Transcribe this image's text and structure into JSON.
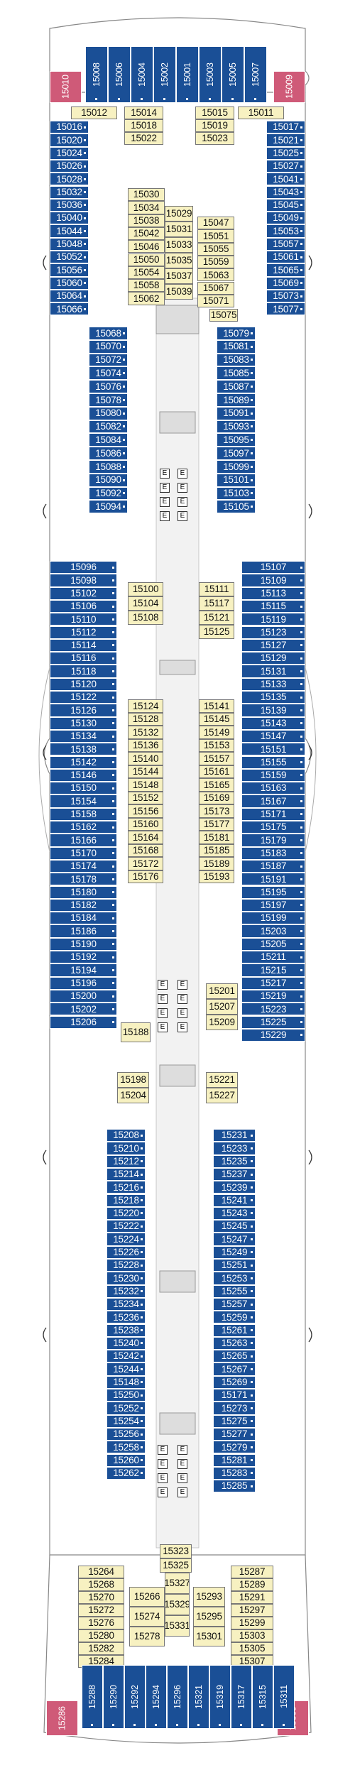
{
  "deck": {
    "top_pink": [
      "15010",
      "15009"
    ],
    "top_row": [
      "15008",
      "15006",
      "15004",
      "15002",
      "15001",
      "15003",
      "15005",
      "15007"
    ],
    "bottom_pink": [
      "15286",
      "15309"
    ],
    "bottom_row_left": [
      "15288",
      "15290",
      "15292",
      "15294",
      "15296",
      "15321",
      "15319"
    ],
    "bottom_row_right": [
      "15317",
      "15315",
      "15311"
    ],
    "fwd_left_cream": "15012",
    "fwd_right_cream": "15011",
    "port_outer_fwd": [
      "15016",
      "15020",
      "15024",
      "15026",
      "15028",
      "15032",
      "15036",
      "15040",
      "15044",
      "15048",
      "15052",
      "15056",
      "15060",
      "15064",
      "15066"
    ],
    "stbd_outer_fwd": [
      "15017",
      "15021",
      "15025",
      "15027",
      "15041",
      "15043",
      "15045",
      "15049",
      "15053",
      "15057",
      "15061",
      "15065",
      "15069",
      "15073",
      "15077"
    ],
    "fwd_inner_left_a": [
      "15014",
      "15018",
      "15022"
    ],
    "fwd_inner_right_a": [
      "15015",
      "15019",
      "15023"
    ],
    "fwd_inner_left_b": [
      "15030",
      "15034",
      "15038",
      "15042",
      "15046",
      "15050",
      "15054",
      "15058",
      "15062"
    ],
    "fwd_inner_mid": [
      "15029",
      "15031",
      "15033",
      "15035",
      "15037",
      "15039"
    ],
    "fwd_inner_right_b": [
      "15047",
      "15051",
      "15055",
      "15059",
      "15063",
      "15067",
      "15071"
    ],
    "fwd_inner_right_c": "15075",
    "port_inner_1": [
      "15068",
      "15070",
      "15072",
      "15074",
      "15076",
      "15078",
      "15080",
      "15082",
      "15084",
      "15086",
      "15088",
      "15090",
      "15092",
      "15094"
    ],
    "stbd_inner_1": [
      "15079",
      "15081",
      "15083",
      "15085",
      "15087",
      "15089",
      "15091",
      "15093",
      "15095",
      "15097",
      "15099",
      "15101",
      "15103",
      "15105"
    ],
    "port_mid": [
      "15096",
      "15098",
      "15102",
      "15106",
      "15110",
      "15112",
      "15114",
      "15116",
      "15118",
      "15120",
      "15122",
      "15126",
      "15130",
      "15134",
      "15138",
      "15142",
      "15146",
      "15150",
      "15154",
      "15158",
      "15162",
      "15166",
      "15170",
      "15174",
      "15178",
      "15180",
      "15182",
      "15184",
      "15186",
      "15190",
      "15192",
      "15194",
      "15196",
      "15200",
      "15202",
      "15206"
    ],
    "stbd_mid": [
      "15107",
      "15109",
      "15113",
      "15115",
      "15119",
      "15123",
      "15127",
      "15129",
      "15131",
      "15133",
      "15135",
      "15139",
      "15143",
      "15147",
      "15151",
      "15155",
      "15159",
      "15163",
      "15167",
      "15171",
      "15175",
      "15179",
      "15183",
      "15187",
      "15191",
      "15195",
      "15197",
      "15199",
      "15203",
      "15205",
      "15211",
      "15215",
      "15217",
      "15219",
      "15223",
      "15225",
      "15229"
    ],
    "mid_cream_left_a": [
      "15100",
      "15104",
      "15108"
    ],
    "mid_cream_right_a": [
      "15111",
      "15117",
      "15121",
      "15125"
    ],
    "mid_cream_left_b": [
      "15124",
      "15128",
      "15132",
      "15136",
      "15140",
      "15144",
      "15148",
      "15152",
      "15156",
      "15160",
      "15164",
      "15168",
      "15172",
      "15176"
    ],
    "mid_cream_right_b": [
      "15141",
      "15145",
      "15149",
      "15153",
      "15157",
      "15161",
      "15165",
      "15169",
      "15173",
      "15177",
      "15181",
      "15185",
      "15189",
      "15193"
    ],
    "mid_cream_188": "15188",
    "mid_cream_right_c": [
      "15201",
      "15207",
      "15209"
    ],
    "mid_cream_left_d": [
      "15198",
      "15204"
    ],
    "mid_cream_right_d": [
      "15221",
      "15227"
    ],
    "port_aft": [
      "15208",
      "15210",
      "15212",
      "15214",
      "15216",
      "15218",
      "15220",
      "15222",
      "15224",
      "15226",
      "15228",
      "15230",
      "15232",
      "15234",
      "15236",
      "15238",
      "15240",
      "15242",
      "15244",
      "15148",
      "15250",
      "15252",
      "15254",
      "15256",
      "15258",
      "15260",
      "15262"
    ],
    "stbd_aft": [
      "15231",
      "15233",
      "15235",
      "15237",
      "15239",
      "15241",
      "15243",
      "15245",
      "15247",
      "15249",
      "15251",
      "15253",
      "15255",
      "15257",
      "15259",
      "15261",
      "15263",
      "15265",
      "15267",
      "15269",
      "15171",
      "15273",
      "15275",
      "15277",
      "15279",
      "15281",
      "15283",
      "15285"
    ],
    "aft_cream_left": [
      "15264",
      "15268",
      "15270",
      "15272",
      "15276",
      "15280",
      "15282",
      "15284"
    ],
    "aft_cream_right": [
      "15287",
      "15289",
      "15291",
      "15297",
      "15299",
      "15303",
      "15305",
      "15307"
    ],
    "aft_cream_center_a": [
      "15323",
      "15325"
    ],
    "aft_cream_center_b": [
      "15266",
      "15274",
      "15278"
    ],
    "aft_cream_center_c": [
      "15327",
      "15329",
      "15331"
    ],
    "aft_cream_center_d": [
      "15293",
      "15295",
      "15301"
    ],
    "elevator_label": "E",
    "colors": {
      "balcony": "#1a4f96",
      "inside": "#f7f1c1",
      "suite": "#cf5a78"
    }
  }
}
